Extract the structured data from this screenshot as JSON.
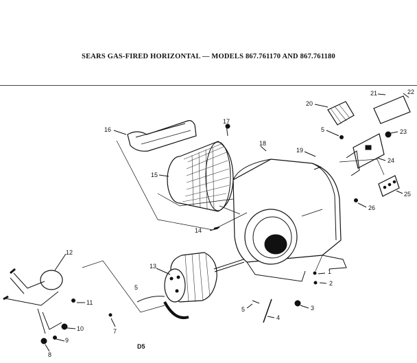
{
  "header": {
    "title": "SEARS GAS-FIRED HORIZONTAL — MODELS 867.761170 AND 867.761180"
  },
  "diagram": {
    "code": "D5",
    "callouts": [
      "1",
      "2",
      "3",
      "4",
      "5",
      "5",
      "5",
      "7",
      "8",
      "9",
      "10",
      "11",
      "12",
      "13",
      "14",
      "15",
      "16",
      "17",
      "18",
      "19",
      "20",
      "21",
      "22",
      "23",
      "24",
      "25",
      "26"
    ]
  }
}
